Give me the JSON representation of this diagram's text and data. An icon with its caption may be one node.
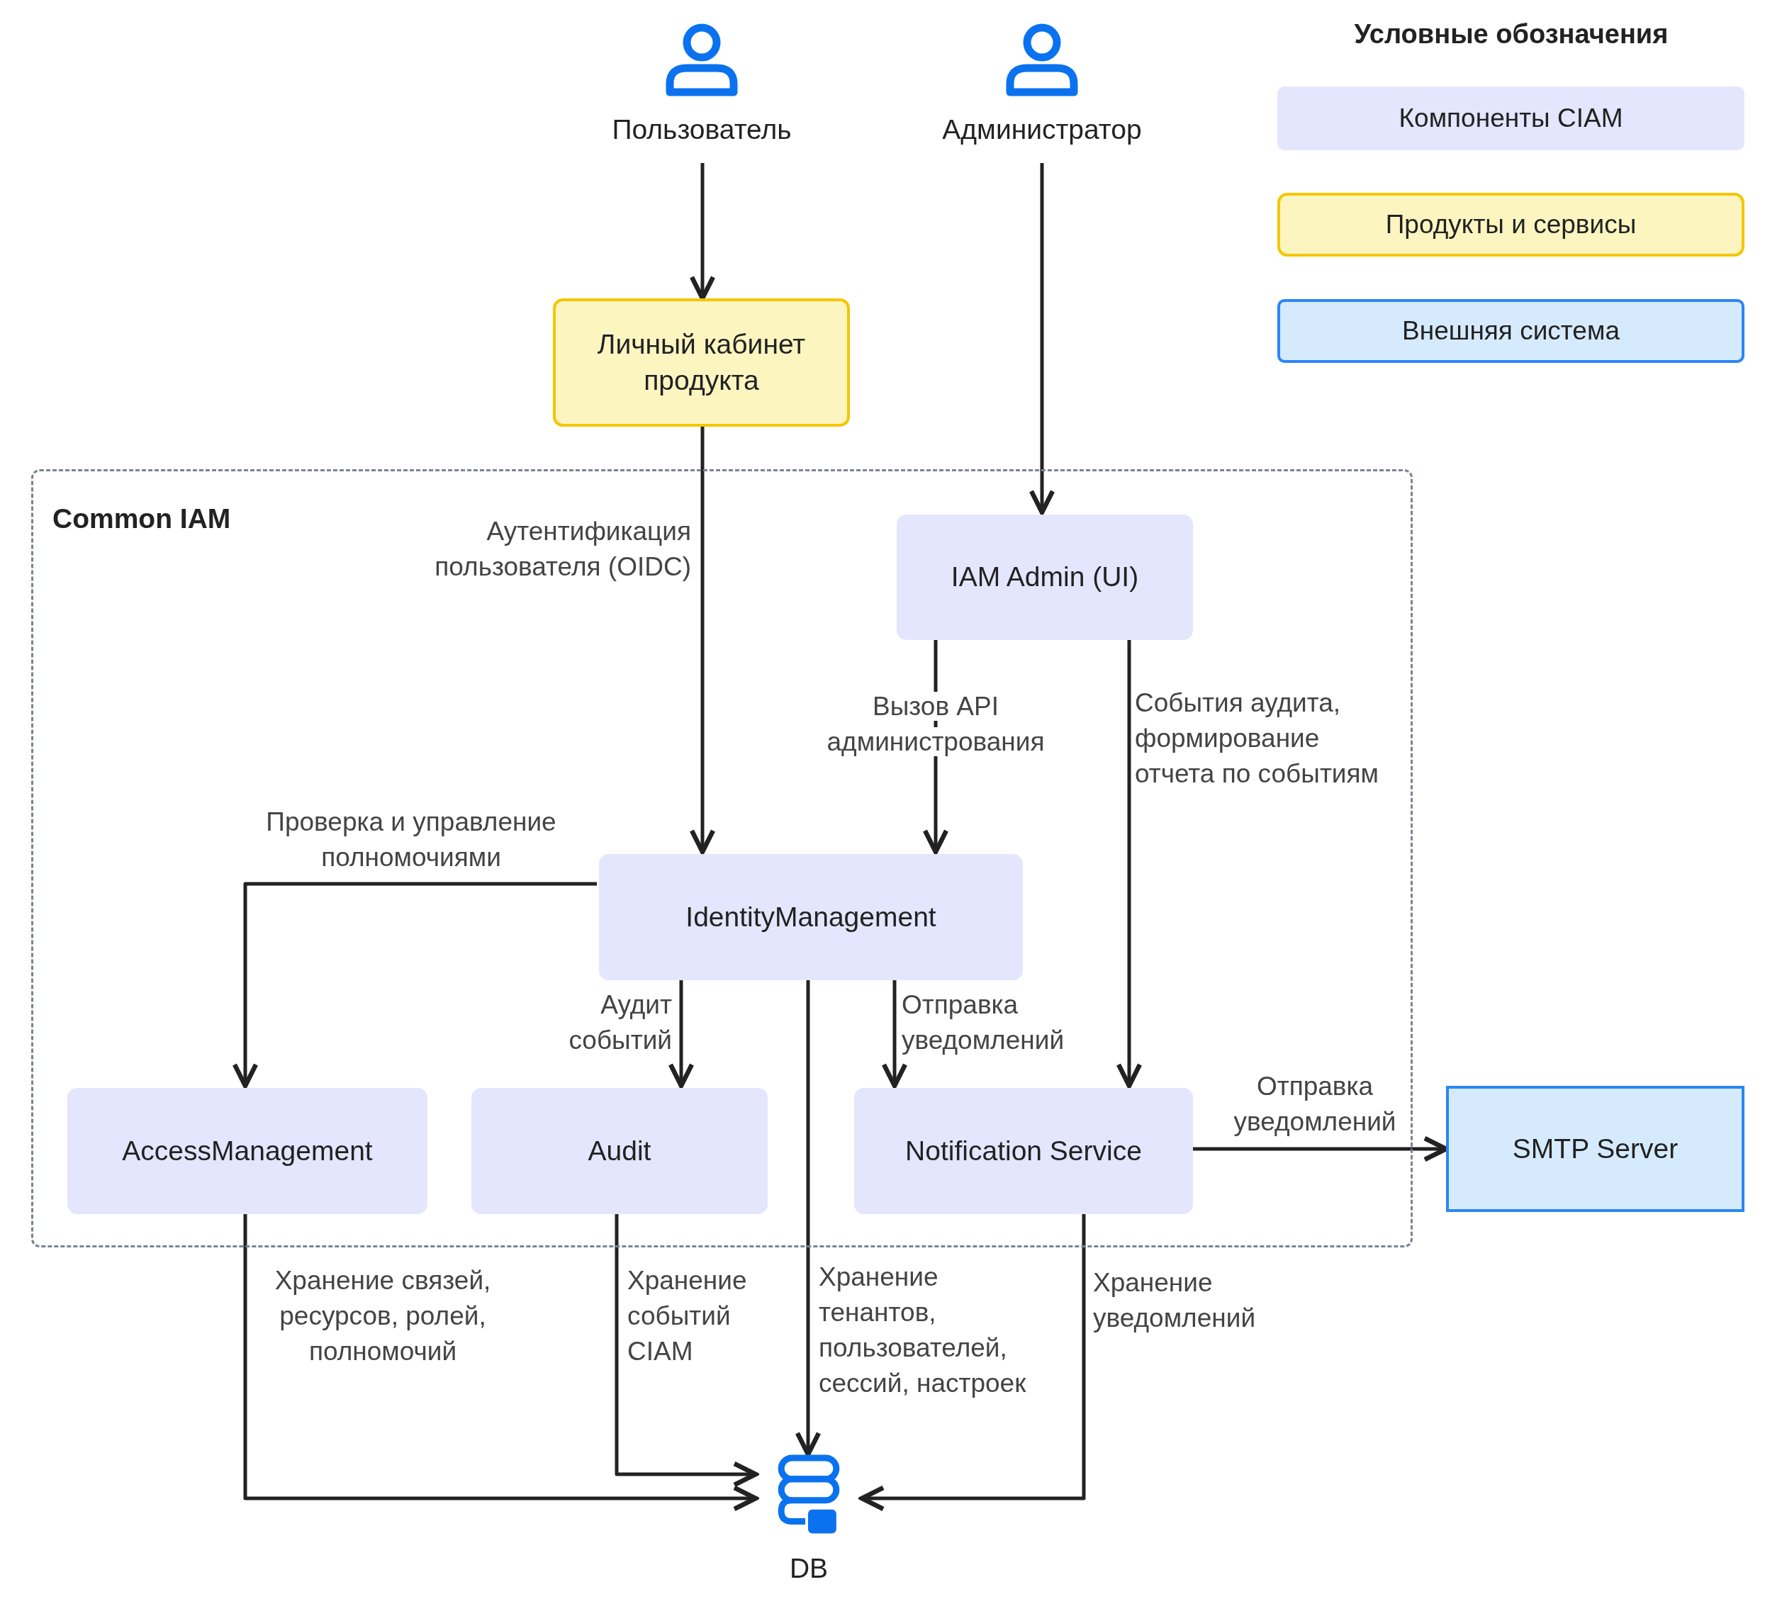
{
  "diagram": {
    "nodes": [
      {
        "text": [
          "Пользователь"
        ]
      },
      {
        "text": [
          "Администратор"
        ]
      },
      {
        "text": [
          "Личный кабинет продукта"
        ]
      },
      {
        "text": [
          "Common IAM"
        ]
      },
      {
        "text": [
          "IAM Admin (UI)"
        ],
        "in": 3
      },
      {
        "text": [
          "IdentityManagement"
        ],
        "in": 3
      },
      {
        "text": [
          "AccessManagement"
        ],
        "in": 3
      },
      {
        "text": [
          "Audit"
        ],
        "in": 3
      },
      {
        "text": [
          "Notification Service"
        ],
        "in": 3
      },
      {
        "text": [
          "SMTP Server"
        ]
      },
      {
        "text": [
          "DB"
        ]
      }
    ],
    "edges": [
      {
        "from": 0,
        "to": 2,
        "arrow": "to"
      },
      {
        "from": 1,
        "to": 4,
        "arrow": "to"
      },
      {
        "from": 2,
        "to": 5,
        "arrow": "to",
        "label": "Аутентификация пользователя (OIDC)"
      },
      {
        "from": 4,
        "to": 5,
        "arrow": "to",
        "label": "Вызов API администрования"
      },
      {
        "from": 4,
        "to": 8,
        "arrow": "to",
        "label": "События аудита, формирование отчета по событиям"
      },
      {
        "from": 5,
        "to": 6,
        "arrow": "to",
        "label": "Проверка и управление полномочиями"
      },
      {
        "from": 5,
        "to": 7,
        "arrow": "to",
        "label": "Аудит событий"
      },
      {
        "from": 5,
        "to": 10,
        "arrow": "to",
        "label": "Хранение тенантов, пользователей, сессий, настроек"
      },
      {
        "from": 5,
        "to": 8,
        "arrow": "to",
        "label": "Отправка уведомлений"
      },
      {
        "from": 8,
        "to": 9,
        "arrow": "to",
        "label": "Отправка уведомлений"
      },
      {
        "from": 6,
        "to": 10,
        "arrow": "to",
        "label": "Хранение связей, ресурсов, ролей, полномочий"
      },
      {
        "from": 7,
        "to": 10,
        "arrow": "to",
        "label": "Хранение событий CIAM"
      },
      {
        "from": 8,
        "to": 10,
        "arrow": "to",
        "label": "Хранение уведомлений"
      }
    ],
    "labels": [
      "Условные обозначения"
    ],
    "legend": [
      {
        "text": "Компоненты CIAM",
        "color": "#e3e6fd"
      },
      {
        "text": "Продукты и сервисы",
        "color": "#fdf5c0"
      },
      {
        "text": "Внешняя система",
        "color": "#d5ebfd"
      }
    ]
  }
}
